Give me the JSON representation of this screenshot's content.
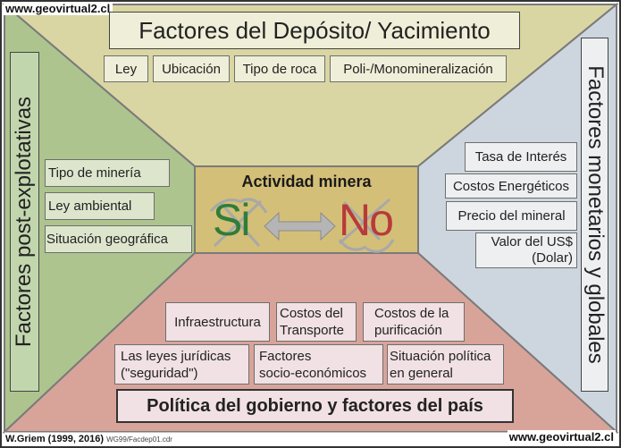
{
  "watermark_top": "www.geovirtual2.cl",
  "watermark_bottom": "www.geovirtual2.cl",
  "credit": {
    "author": "W.Griem (1999, 2016)",
    "file": "WG99/Facdep01.cdr"
  },
  "colors": {
    "top_region": "#d9d6a3",
    "left_region": "#adc48e",
    "right_region": "#cdd6de",
    "bottom_region": "#d8a49a",
    "center": "#d4bf78",
    "si_green": "#2e7d3c",
    "no_red": "#b83a3a",
    "arrow_gray": "#b0b0b0"
  },
  "top": {
    "title": "Factores del Depósito/ Yacimiento",
    "items": [
      "Ley",
      "Ubicación",
      "Tipo de roca",
      "Poli-/Monomineralización"
    ]
  },
  "left": {
    "title": "Factores post-explotativas",
    "items": [
      "Tipo de minería",
      "Ley ambiental",
      "Situación geográfica"
    ]
  },
  "right": {
    "title": "Factores monetarios y globales",
    "items": [
      "Tasa de Interés",
      "Costos Energéticos",
      "Precio del mineral",
      "Valor del US$",
      "(Dolar)"
    ]
  },
  "bottom": {
    "title": "Política del gobierno y factores del país",
    "row1": [
      {
        "line1": "Infraestructura",
        "line2": ""
      },
      {
        "line1": "Costos del",
        "line2": "Transporte"
      },
      {
        "line1": "Costos de la",
        "line2": "purificación"
      }
    ],
    "row2": [
      {
        "line1": "Las leyes jurídicas",
        "line2": "(\"seguridad\")"
      },
      {
        "line1": "Factores",
        "line2": "socio-económicos"
      },
      {
        "line1": "Situación política",
        "line2": "en general"
      }
    ]
  },
  "center": {
    "title": "Actividad minera",
    "yes": "Si",
    "no": "No",
    "yes_icon": "pickaxes-icon",
    "no_icon": "crossed-pickaxes-icon",
    "arrow_icon": "double-arrow-icon"
  }
}
